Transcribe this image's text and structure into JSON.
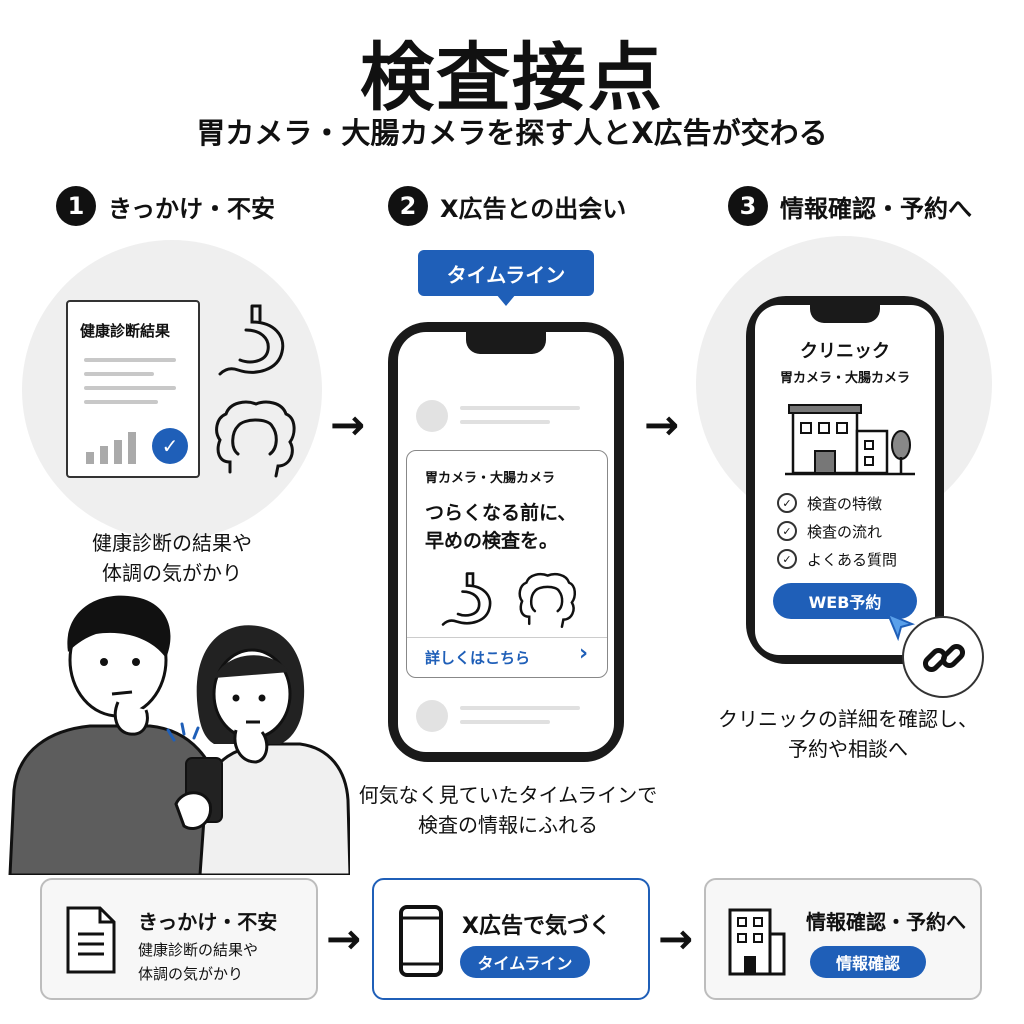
{
  "header": {
    "title": "検査接点",
    "subtitle": "胃カメラ・大腸カメラを探す人とX広告が交わる"
  },
  "steps": [
    {
      "num": "1",
      "label": "きっかけ・不安"
    },
    {
      "num": "2",
      "label": "X広告との出会い"
    },
    {
      "num": "3",
      "label": "情報確認・予約へ"
    }
  ],
  "panel1": {
    "doc_title": "健康診断結果",
    "caption_line1": "健康診断の結果や",
    "caption_line2": "体調の気がかり",
    "icons": [
      "document-icon",
      "check-badge-icon",
      "stomach-icon",
      "colon-icon"
    ]
  },
  "panel2": {
    "bubble_label": "タイムライン",
    "ad_category": "胃カメラ・大腸カメラ",
    "ad_headline_line1": "つらくなる前に、",
    "ad_headline_line2": "早めの検査を。",
    "ad_link": "詳しくはこちら",
    "ad_link_chevron": "›",
    "caption_line1": "何気なく見ていたタイムラインで",
    "caption_line2": "検査の情報にふれる"
  },
  "panel3": {
    "clinic_title": "クリニック",
    "clinic_subtitle": "胃カメラ・大腸カメラ",
    "checklist": [
      "検査の特徴",
      "検査の流れ",
      "よくある質問"
    ],
    "reserve_button": "WEB予約",
    "caption_line1": "クリニックの詳細を確認し、",
    "caption_line2": "予約や相談へ"
  },
  "summary": [
    {
      "title": "きっかけ・不安",
      "sub1": "健康診断の結果や",
      "sub2": "体調の気がかり"
    },
    {
      "title": "X広告で気づく",
      "pill": "タイムライン"
    },
    {
      "title": "情報確認・予約へ",
      "pill": "情報確認"
    }
  ],
  "colors": {
    "accent": "#1f5fb8",
    "circle_bg": "#efefef",
    "box_border": "#bdbdbd"
  }
}
